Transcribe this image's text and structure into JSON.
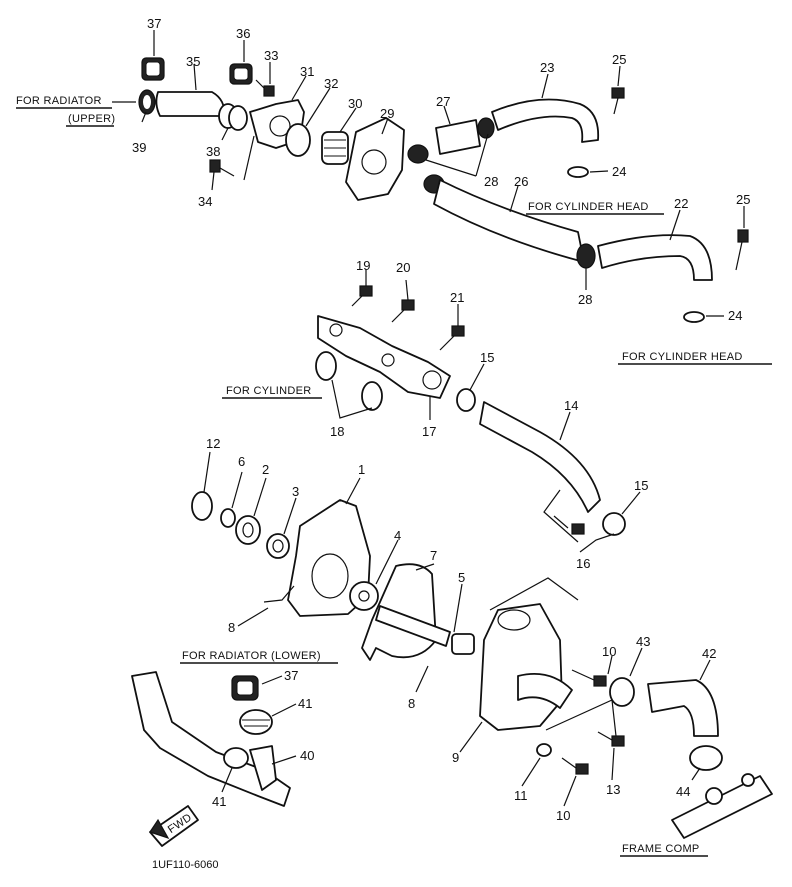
{
  "labels": {
    "for_radiator_upper_1": "FOR RADIATOR",
    "for_radiator_upper_2": "(UPPER)",
    "for_cylinder_head_1": "FOR CYLINDER HEAD",
    "for_cylinder_head_2": "FOR CYLINDER HEAD",
    "for_cylinder": "FOR CYLINDER",
    "for_radiator_lower": "FOR RADIATOR (LOWER)",
    "frame_comp": "FRAME COMP",
    "fwd": "FWD",
    "drawing_code": "1UF110-6060"
  },
  "callouts": {
    "n37a": "37",
    "n36": "36",
    "n35": "35",
    "n33": "33",
    "n31": "31",
    "n32": "32",
    "n30": "30",
    "n29": "29",
    "n27": "27",
    "n23": "23",
    "n25a": "25",
    "n39": "39",
    "n38": "38",
    "n34": "34",
    "n24a": "24",
    "n28a": "28",
    "n26": "26",
    "n22": "22",
    "n25b": "25",
    "n28b": "28",
    "n24b": "24",
    "n19": "19",
    "n20": "20",
    "n21": "21",
    "n15a": "15",
    "n18": "18",
    "n17": "17",
    "n14": "14",
    "n12": "12",
    "n6": "6",
    "n2": "2",
    "n3": "3",
    "n1": "1",
    "n4": "4",
    "n7": "7",
    "n5": "5",
    "n15b": "15",
    "n16": "16",
    "n8a": "8",
    "n8b": "8",
    "n10a": "10",
    "n43": "43",
    "n42": "42",
    "n37b": "37",
    "n41a": "41",
    "n40": "40",
    "n41b": "41",
    "n9": "9",
    "n11": "11",
    "n13": "13",
    "n10b": "10",
    "n44": "44"
  }
}
